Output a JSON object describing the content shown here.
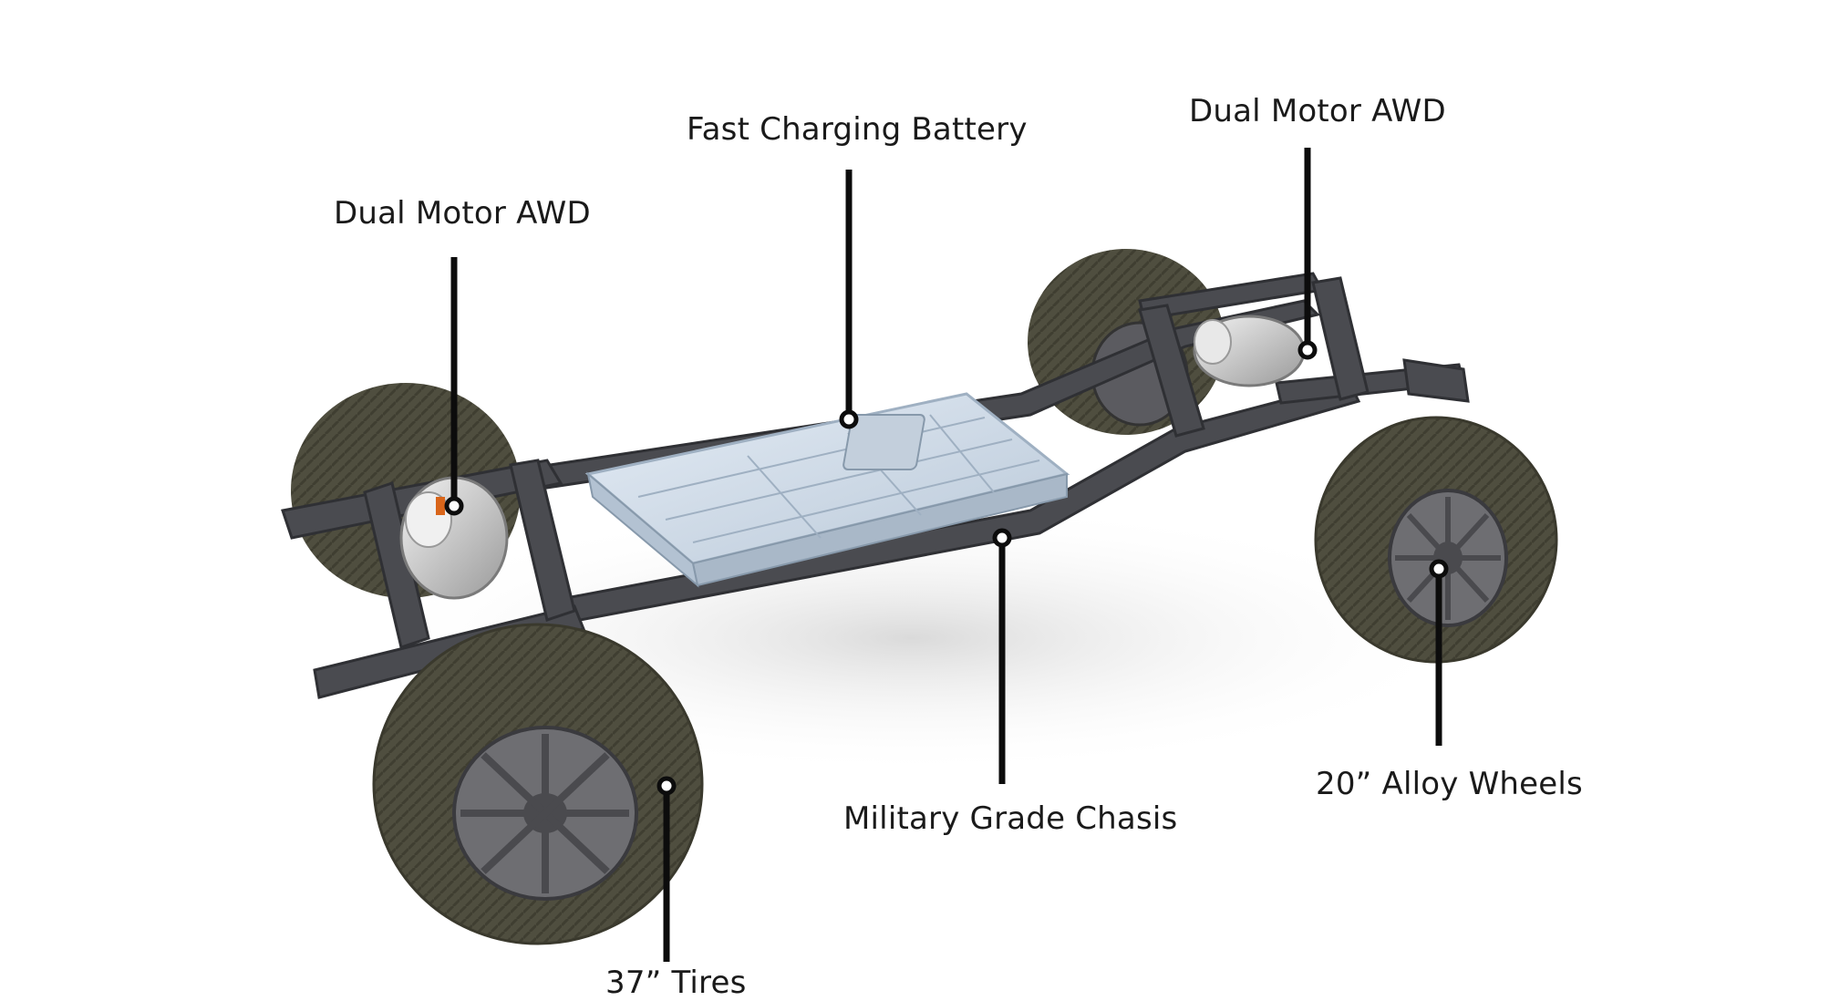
{
  "labels": {
    "motor_front": "Dual Motor AWD",
    "battery": "Fast Charging Battery",
    "motor_rear": "Dual Motor AWD",
    "chassis": "Military Grade Chasis",
    "wheels": "20” Alloy Wheels",
    "tires": "37” Tires"
  },
  "colors": {
    "frame": "#4a4b50",
    "frame_dark": "#2f3034",
    "battery": "#cfdbe8",
    "battery_line": "#9fb0c2",
    "tire": "#4f4e3f",
    "tire_dark": "#3a392d",
    "rim": "#6e6e72",
    "motor": "#d9d9d9",
    "leader": "#0c0c0c"
  }
}
